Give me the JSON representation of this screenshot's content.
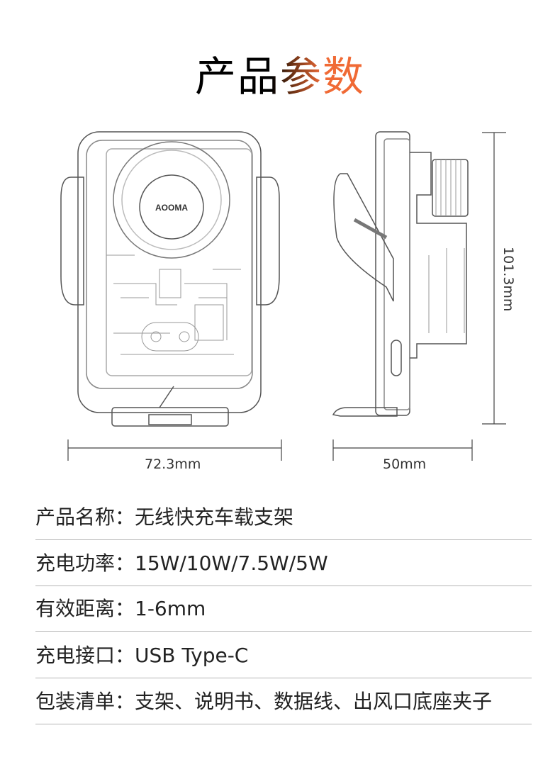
{
  "title": "产品参数",
  "product_logo": "AOOMA",
  "dimensions": {
    "width": "72.3mm",
    "depth": "50mm",
    "height": "101.3mm"
  },
  "specs": [
    {
      "label": "产品名称：",
      "value": "无线快充车载支架"
    },
    {
      "label": "充电功率：",
      "value": "15W/10W/7.5W/5W"
    },
    {
      "label": "有效距离：",
      "value": "1-6mm"
    },
    {
      "label": "充电接口：",
      "value": "USB Type-C"
    },
    {
      "label": "包装清单：",
      "value": "支架、说明书、数据线、出风口底座夹子"
    }
  ],
  "colors": {
    "accent": "#f06a35"
  }
}
